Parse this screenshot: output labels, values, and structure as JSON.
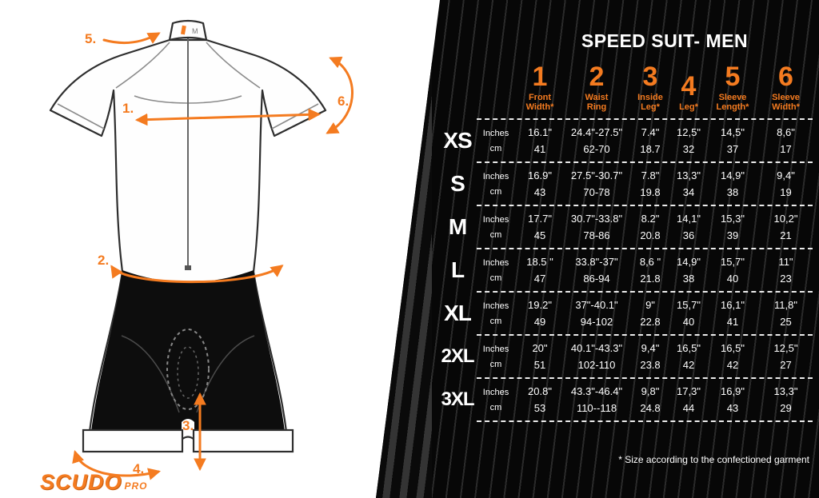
{
  "colors": {
    "accent": "#f47b20",
    "panel_bg": "#0a0a0a",
    "page_bg": "#ffffff"
  },
  "brand": {
    "name": "SCUDO",
    "suffix": "PRO"
  },
  "diagram": {
    "measure_labels": [
      "1.",
      "2.",
      "3.",
      "4.",
      "5.",
      "6."
    ],
    "collar_size_tag": "M"
  },
  "panel": {
    "title": "SPEED SUIT- MEN",
    "footnote": "* Size according to the confectioned garment",
    "unit_top": "Inches",
    "unit_bottom": "cm",
    "columns": [
      {
        "num": "1",
        "label": "Front Width*"
      },
      {
        "num": "2",
        "label": "Waist Ring"
      },
      {
        "num": "3",
        "label": "Inside Leg*"
      },
      {
        "num": "4",
        "label": "Leg*"
      },
      {
        "num": "5",
        "label": "Sleeve Length*"
      },
      {
        "num": "6",
        "label": "Sleeve Width*"
      }
    ],
    "rows": [
      {
        "size": "XS",
        "inches": [
          "16.1\"",
          "24.4\"-27.5\"",
          "7.4\"",
          "12,5\"",
          "14,5\"",
          "8,6\""
        ],
        "cm": [
          "41",
          "62-70",
          "18.7",
          "32",
          "37",
          "17"
        ]
      },
      {
        "size": "S",
        "inches": [
          "16.9\"",
          "27.5\"-30.7\"",
          "7.8\"",
          "13,3\"",
          "14,9\"",
          "9,4\""
        ],
        "cm": [
          "43",
          "70-78",
          "19.8",
          "34",
          "38",
          "19"
        ]
      },
      {
        "size": "M",
        "inches": [
          "17.7\"",
          "30.7\"-33.8\"",
          "8.2\"",
          "14,1\"",
          "15,3\"",
          "10,2\""
        ],
        "cm": [
          "45",
          "78-86",
          "20.8",
          "36",
          "39",
          "21"
        ]
      },
      {
        "size": "L",
        "inches": [
          "18.5 \"",
          "33.8\"-37\"",
          "8,6 \"",
          "14,9\"",
          "15,7\"",
          "11\""
        ],
        "cm": [
          "47",
          "86-94",
          "21.8",
          "38",
          "40",
          "23"
        ]
      },
      {
        "size": "XL",
        "inches": [
          "19.2\"",
          "37\"-40.1\"",
          "9\"",
          "15,7\"",
          "16,1\"",
          "11,8\""
        ],
        "cm": [
          "49",
          "94-102",
          "22.8",
          "40",
          "41",
          "25"
        ]
      },
      {
        "size": "2XL",
        "inches": [
          "20\"",
          "40.1\"-43.3\"",
          "9,4\"",
          "16,5\"",
          "16,5\"",
          "12,5\""
        ],
        "cm": [
          "51",
          "102-110",
          "23.8",
          "42",
          "42",
          "27"
        ]
      },
      {
        "size": "3XL",
        "inches": [
          "20.8\"",
          "43.3\"-46.4\"",
          "9,8\"",
          "17,3\"",
          "16,9\"",
          "13,3\""
        ],
        "cm": [
          "53",
          "110--118",
          "24.8",
          "44",
          "43",
          "29"
        ]
      }
    ]
  }
}
